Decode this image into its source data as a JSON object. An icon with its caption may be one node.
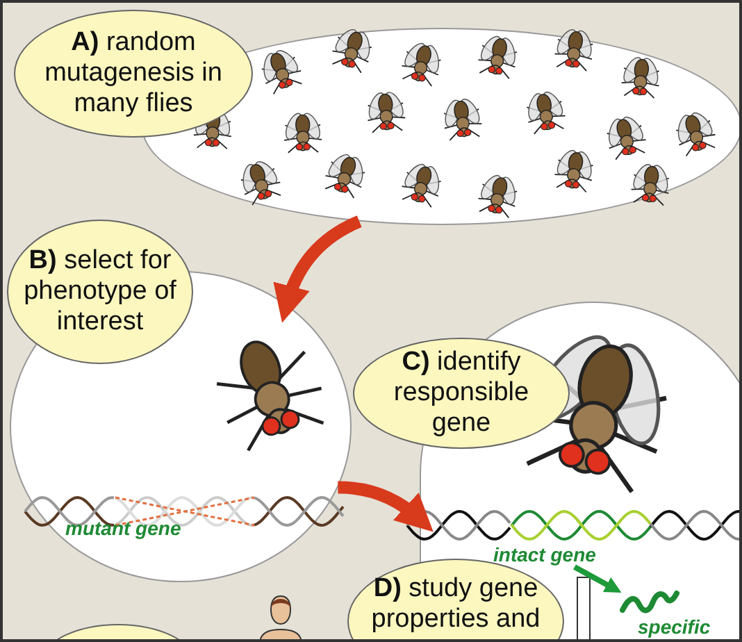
{
  "diagram": {
    "nodes": [
      {
        "text": [
          "**A)** random mutagenesis in many flies"
        ]
      },
      {
        "text": [],
        "shape": "ellipse"
      },
      {
        "text": [
          "**B)** select for phenotype of interest"
        ]
      },
      {
        "text": [],
        "shape": "circle"
      },
      {
        "text": [
          "**C)** identify responsible gene"
        ]
      },
      {
        "text": [],
        "shape": "box"
      },
      {
        "text": [
          "**D)** study gene properties and"
        ]
      },
      {
        "text": [],
        "shape": "ellipse"
      },
      {
        "text": [
          "intact gene"
        ],
        "in": 5
      },
      {
        "text": [
          "specific"
        ],
        "in": 5
      }
    ],
    "edges": [
      {
        "from": 1,
        "to": 3,
        "arrow": "to"
      },
      {
        "from": 3,
        "to": 5,
        "arrow": "to"
      },
      {
        "from": 8,
        "to": 9,
        "arrow": "to",
        "color": "#1e9a3a"
      }
    ],
    "labels": [
      "mutant gene"
    ]
  }
}
